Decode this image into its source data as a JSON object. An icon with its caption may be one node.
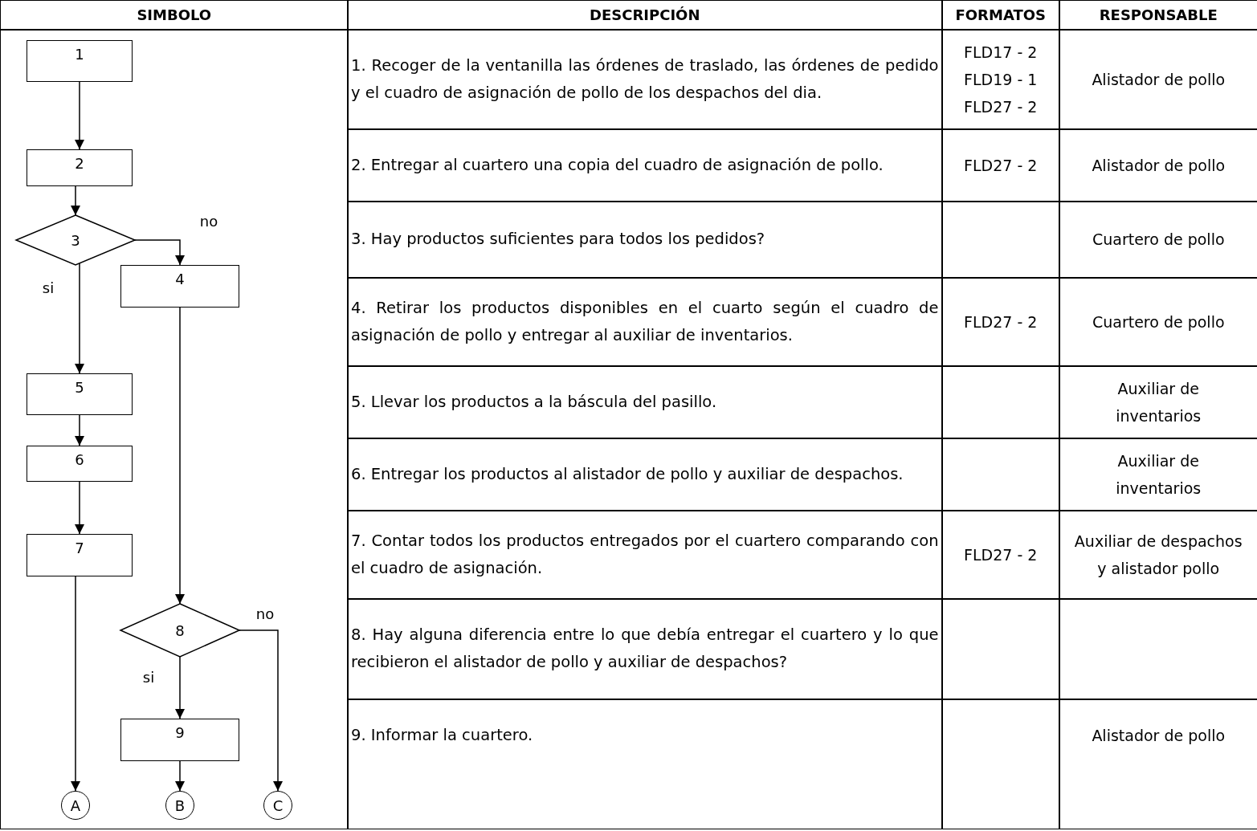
{
  "diagram": {
    "nodes": [
      {
        "text": [
          "1"
        ]
      },
      {
        "text": [
          "2"
        ]
      },
      {
        "text": [
          "3"
        ]
      },
      {
        "text": [
          "4"
        ]
      },
      {
        "text": [
          "5"
        ]
      },
      {
        "text": [
          "6"
        ]
      },
      {
        "text": [
          "7"
        ]
      },
      {
        "text": [
          "8"
        ]
      },
      {
        "text": [
          "9"
        ]
      },
      {
        "text": [
          "A"
        ]
      },
      {
        "text": [
          "B"
        ]
      },
      {
        "text": [
          "C"
        ]
      }
    ],
    "edges": [
      {
        "from": 0,
        "to": 1,
        "arrow": "to"
      },
      {
        "from": 1,
        "to": 2,
        "arrow": "to"
      },
      {
        "from": 2,
        "to": 3,
        "arrow": "to",
        "label": "no"
      },
      {
        "from": 2,
        "to": 4,
        "arrow": "to",
        "label": "si"
      },
      {
        "from": 3,
        "to": 7,
        "arrow": "to"
      },
      {
        "from": 4,
        "to": 5,
        "arrow": "to"
      },
      {
        "from": 5,
        "to": 6,
        "arrow": "to"
      },
      {
        "from": 6,
        "to": 9,
        "arrow": "to"
      },
      {
        "from": 7,
        "to": 8,
        "arrow": "to",
        "label": "si"
      },
      {
        "from": 8,
        "to": 10,
        "arrow": "to"
      },
      {
        "from": 7,
        "to": 11,
        "arrow": "to",
        "label": "no"
      }
    ],
    "labels": [
      "SIMBOLO",
      "DESCRIPCIÓN",
      "FORMATOS",
      "RESPONSABLE",
      "1. Recoger de la ventanilla las órdenes de traslado, las órdenes de pedido y el cuadro de asignación de pollo de los despachos del dia.",
      "FLD17 - 2",
      "FLD19 - 1",
      "FLD27 - 2",
      "Alistador de pollo",
      "2. Entregar al cuartero una copia del cuadro de asignación de pollo.",
      "FLD27 - 2",
      "Alistador de pollo",
      "3. Hay productos suficientes para todos los pedidos?",
      "Cuartero de pollo",
      "4. Retirar los productos disponibles en el cuarto según el cuadro de asignación de pollo y entregar al auxiliar de inventarios.",
      "FLD27 - 2",
      "Cuartero de pollo",
      "5. Llevar los productos a la báscula del pasillo.",
      "Auxiliar de inventarios",
      "6. Entregar los productos al alistador de pollo y auxiliar de despachos.",
      "Auxiliar de inventarios",
      "7. Contar todos los productos entregados por el cuartero comparando con el cuadro de asignación.",
      "FLD27 - 2",
      "Auxiliar de despachos y alistador pollo",
      "8. Hay alguna diferencia entre lo que debía entregar el cuartero y lo que recibieron el alistador de pollo y auxiliar de despachos?",
      "9. Informar la cuartero.",
      "Alistador de pollo"
    ]
  }
}
